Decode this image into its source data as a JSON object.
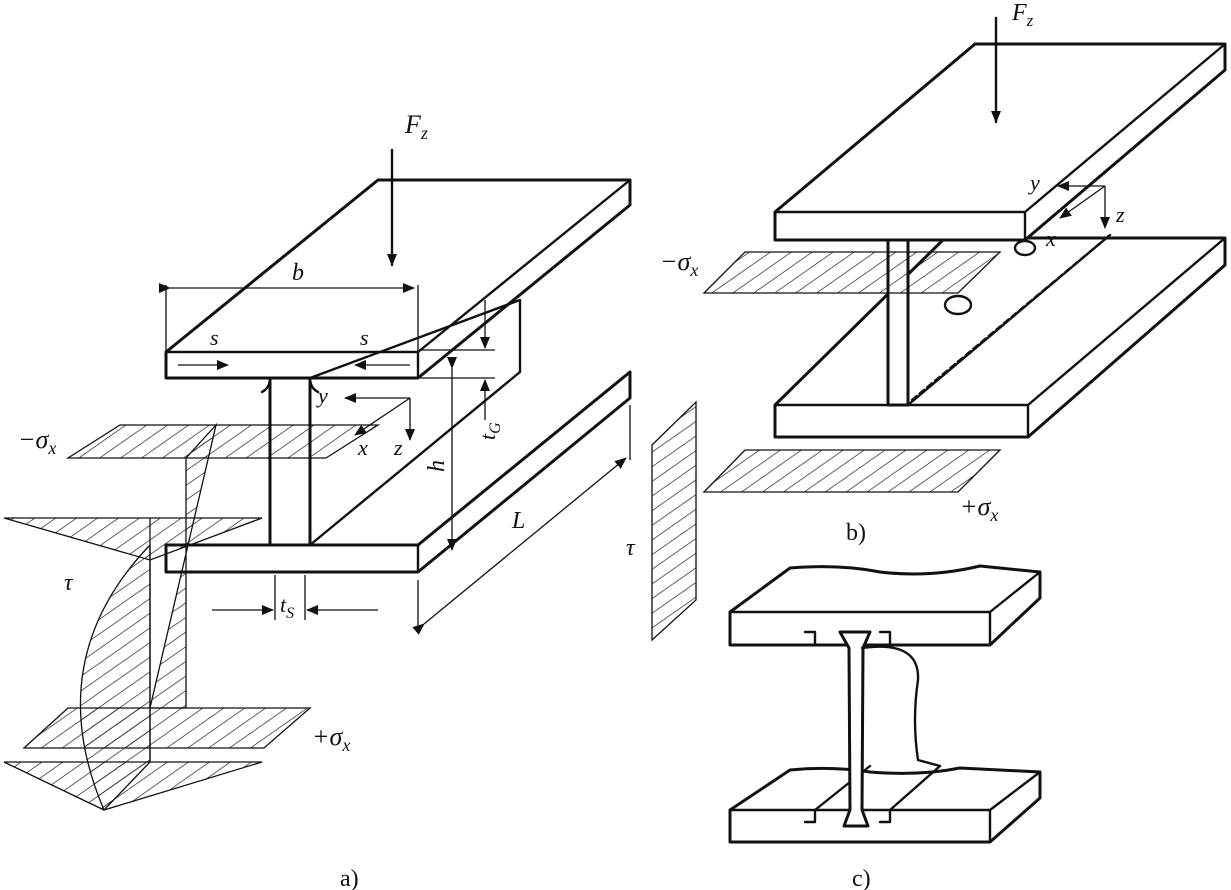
{
  "figure_a": {
    "force": "F",
    "force_sub": "z",
    "dim_b": "b",
    "shear_flow_left": "s",
    "shear_flow_right": "s",
    "axis_y": "y",
    "axis_x": "x",
    "axis_z": "z",
    "flange_thickness": "t",
    "flange_thickness_sub": "G",
    "height": "h",
    "length": "L",
    "web_thickness": "t",
    "web_thickness_sub": "S",
    "stress_compression": "−σ",
    "stress_compression_sub": "x",
    "stress_tension": "+σ",
    "stress_tension_sub": "x",
    "shear_stress": "τ",
    "caption": "a)"
  },
  "figure_side": {
    "shear_stress": "τ"
  },
  "figure_b": {
    "force": "F",
    "force_sub": "z",
    "axis_y": "y",
    "axis_x": "x",
    "axis_z": "z",
    "stress_compression": "−σ",
    "stress_compression_sub": "x",
    "stress_tension": "+σ",
    "stress_tension_sub": "x",
    "caption": "b)"
  },
  "figure_c": {
    "caption": "c)"
  }
}
